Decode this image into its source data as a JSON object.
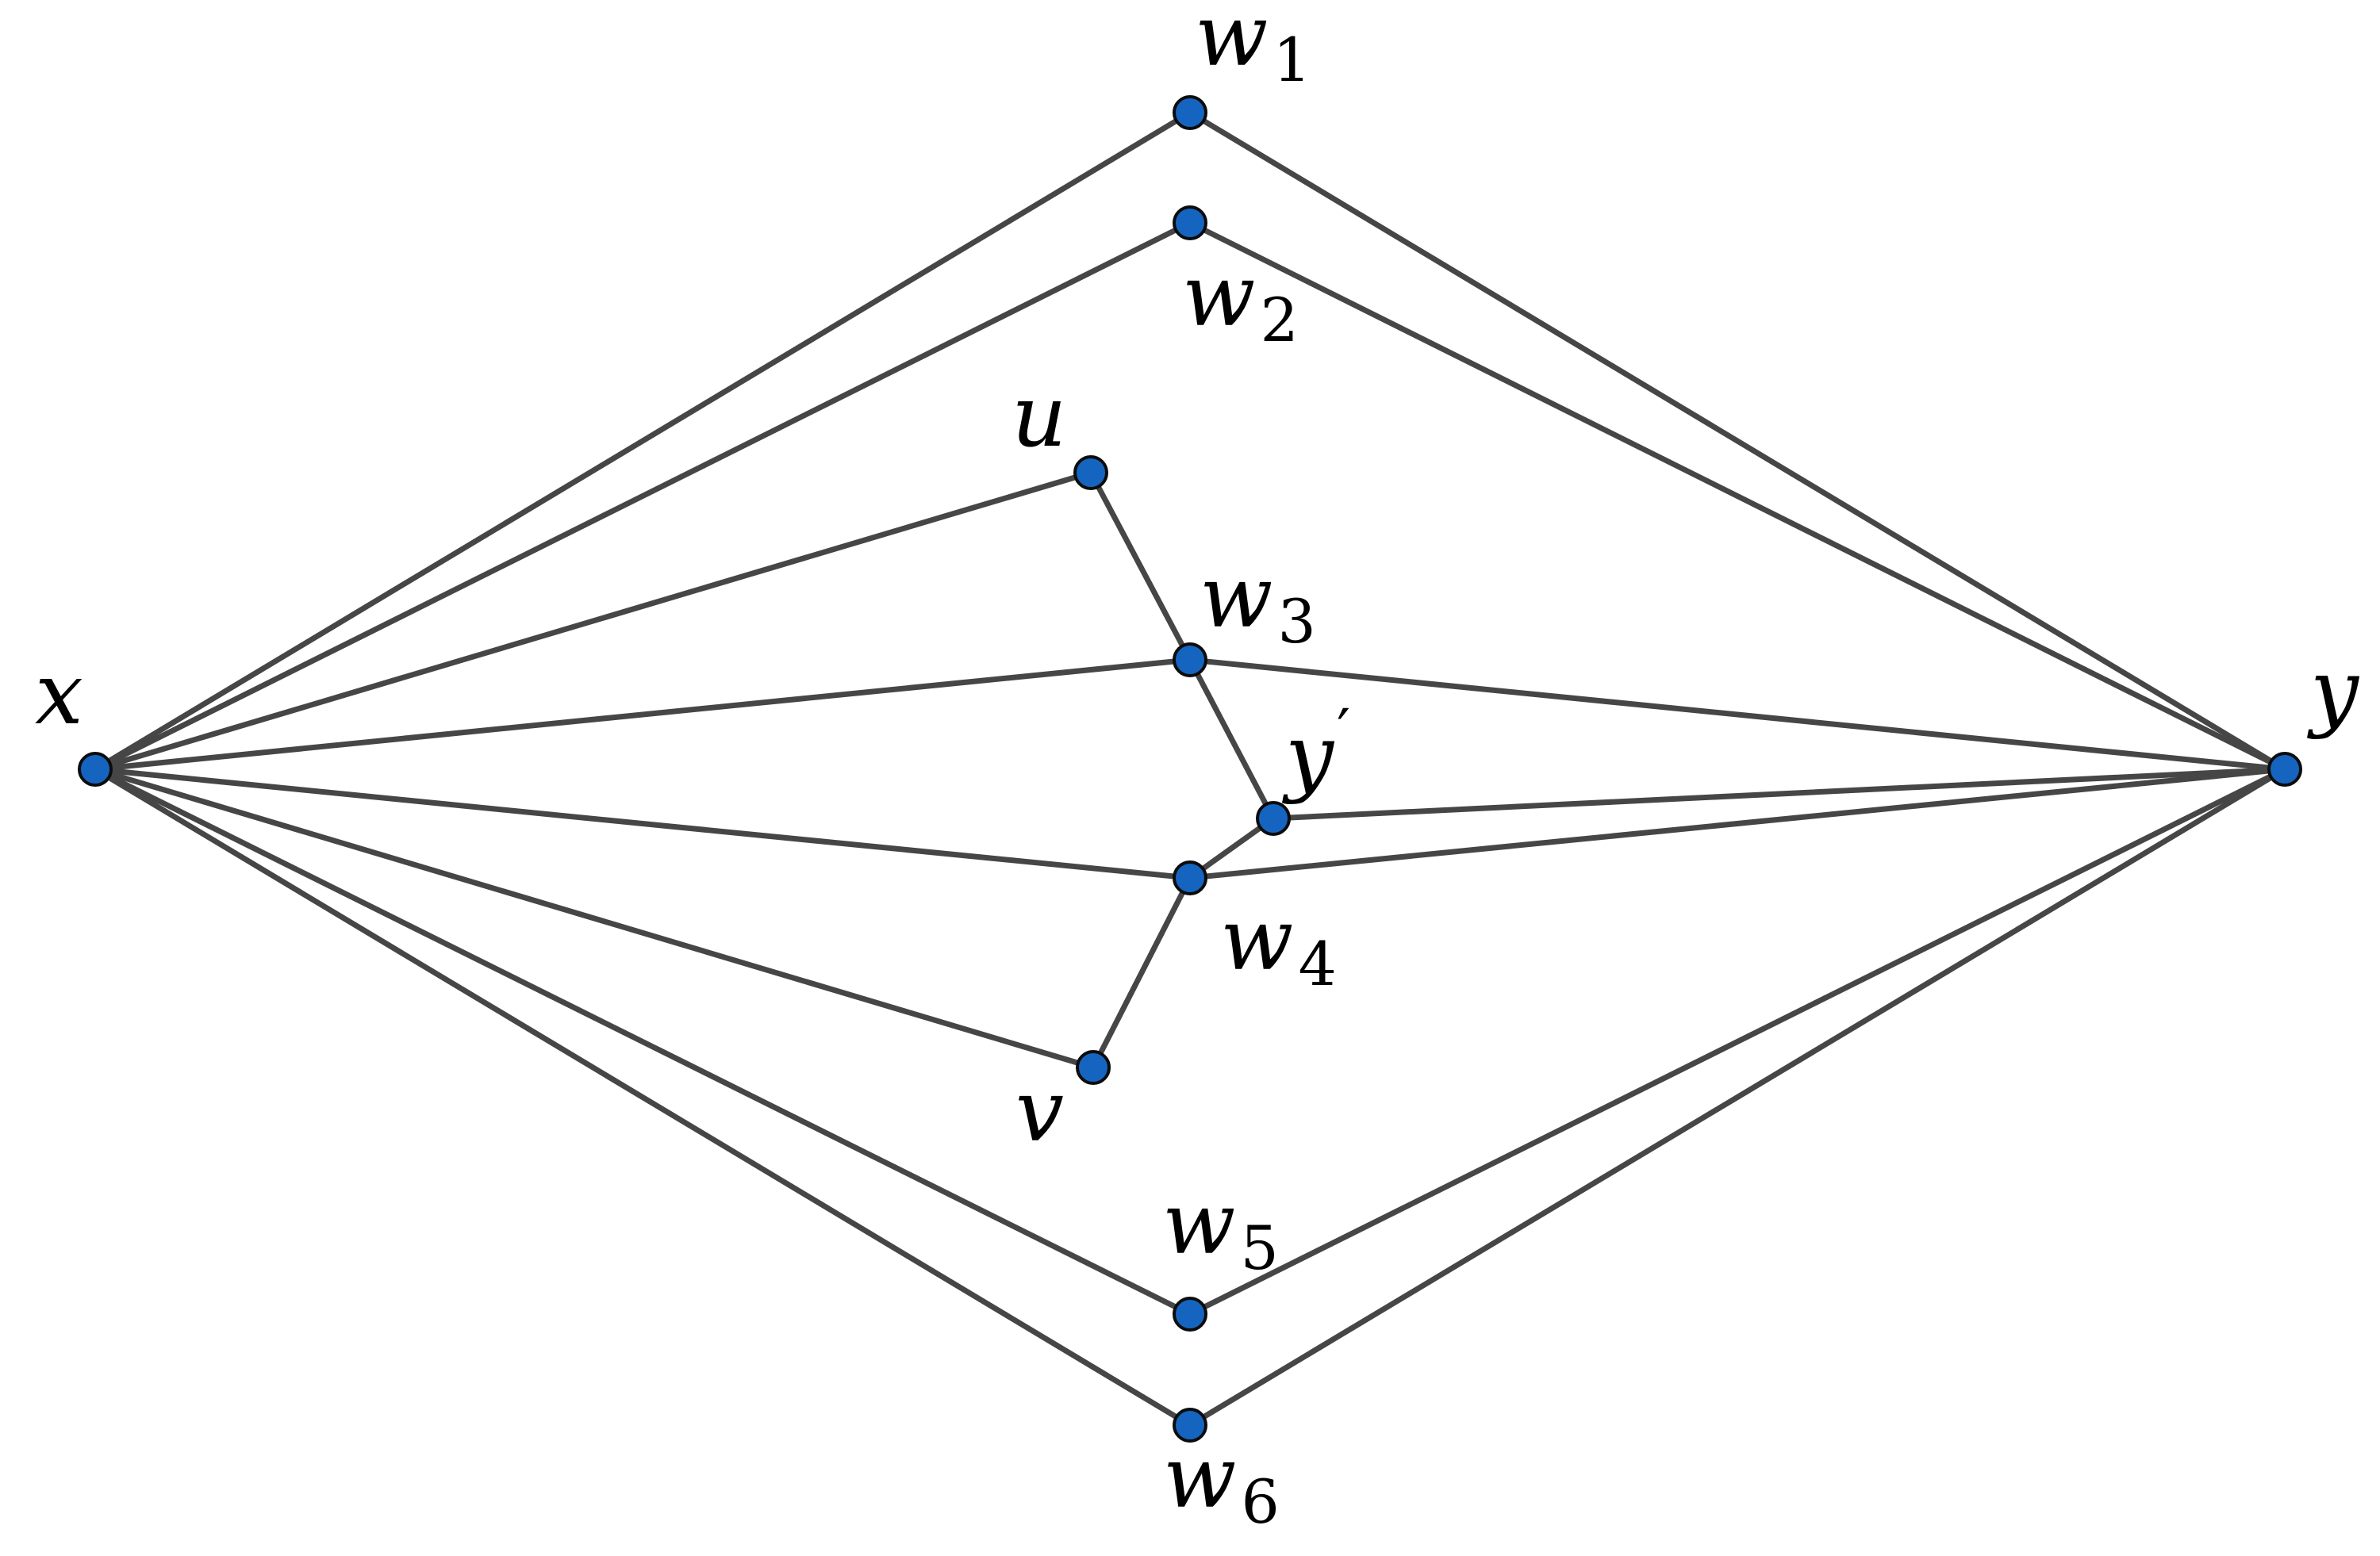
{
  "nodes": [
    {
      "id": "x",
      "name": "x",
      "sub": "",
      "prime": ""
    },
    {
      "id": "y",
      "name": "y",
      "sub": "",
      "prime": ""
    },
    {
      "id": "w1",
      "name": "w",
      "sub": "1",
      "prime": ""
    },
    {
      "id": "w2",
      "name": "w",
      "sub": "2",
      "prime": ""
    },
    {
      "id": "u",
      "name": "u",
      "sub": "",
      "prime": ""
    },
    {
      "id": "w3",
      "name": "w",
      "sub": "3",
      "prime": ""
    },
    {
      "id": "yp",
      "name": "y",
      "sub": "",
      "prime": "′"
    },
    {
      "id": "w4",
      "name": "w",
      "sub": "4",
      "prime": ""
    },
    {
      "id": "v",
      "name": "v",
      "sub": "",
      "prime": ""
    },
    {
      "id": "w5",
      "name": "w",
      "sub": "5",
      "prime": ""
    },
    {
      "id": "w6",
      "name": "w",
      "sub": "6",
      "prime": ""
    }
  ],
  "edges": [
    [
      "x",
      "w1"
    ],
    [
      "w1",
      "y"
    ],
    [
      "x",
      "w2"
    ],
    [
      "w2",
      "y"
    ],
    [
      "x",
      "u"
    ],
    [
      "u",
      "w3"
    ],
    [
      "x",
      "w3"
    ],
    [
      "w3",
      "y"
    ],
    [
      "w3",
      "yp"
    ],
    [
      "yp",
      "y"
    ],
    [
      "yp",
      "w4"
    ],
    [
      "x",
      "w4"
    ],
    [
      "w4",
      "y"
    ],
    [
      "w4",
      "v"
    ],
    [
      "x",
      "v"
    ],
    [
      "x",
      "w5"
    ],
    [
      "w5",
      "y"
    ],
    [
      "x",
      "w6"
    ],
    [
      "w6",
      "y"
    ]
  ],
  "colors": {
    "node_fill": "#1565c0",
    "node_stroke": "#0c0c0c",
    "edge": "#464646"
  }
}
